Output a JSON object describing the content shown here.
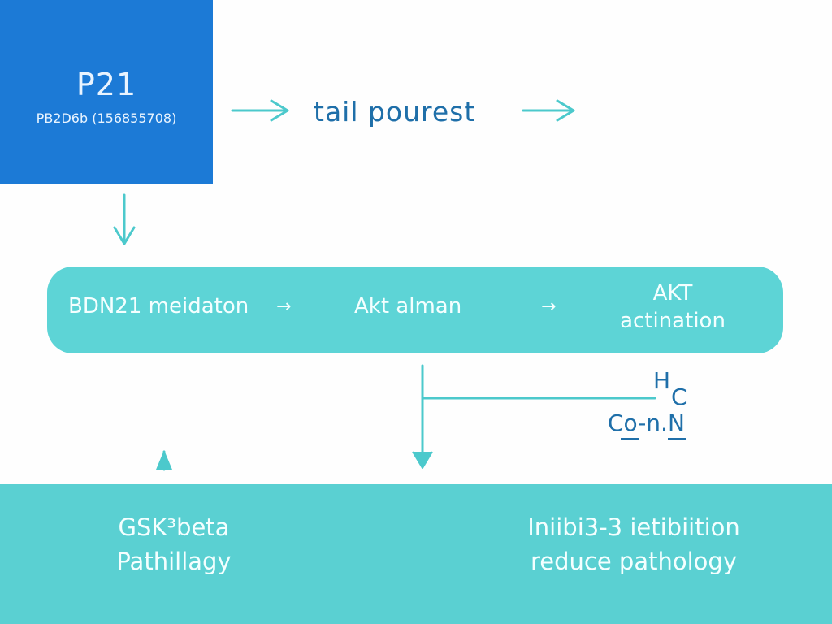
{
  "p21_box": {
    "title": "P21",
    "subtitle": "PB2D6b (156855708)"
  },
  "top_flow": {
    "label": "tail pourest"
  },
  "pathway_bar": {
    "step1": "BDN21 meidaton",
    "arrow1": "→",
    "step2": "Akt alman",
    "arrow2": "→",
    "step3_line1": "AKT",
    "step3_line2": "actination"
  },
  "formula": {
    "h": "H",
    "c": "C",
    "main": "Co-n.N"
  },
  "bottom_band": {
    "left_line1": "GSK³beta",
    "left_line2": "Pathillagy",
    "right_line1": "Iniibi3-3 ietibiition",
    "right_line2": "reduce pathology"
  },
  "colors": {
    "p21_box": "#1c7ad6",
    "pathway_bar": "#5dd4d6",
    "bottom_band": "#5ad0d2",
    "arrows": "#4cc9cc",
    "formula_text": "#1f6fa9"
  },
  "icons": [
    "arrow-right-icon",
    "arrow-down-icon",
    "arrow-up-icon"
  ]
}
